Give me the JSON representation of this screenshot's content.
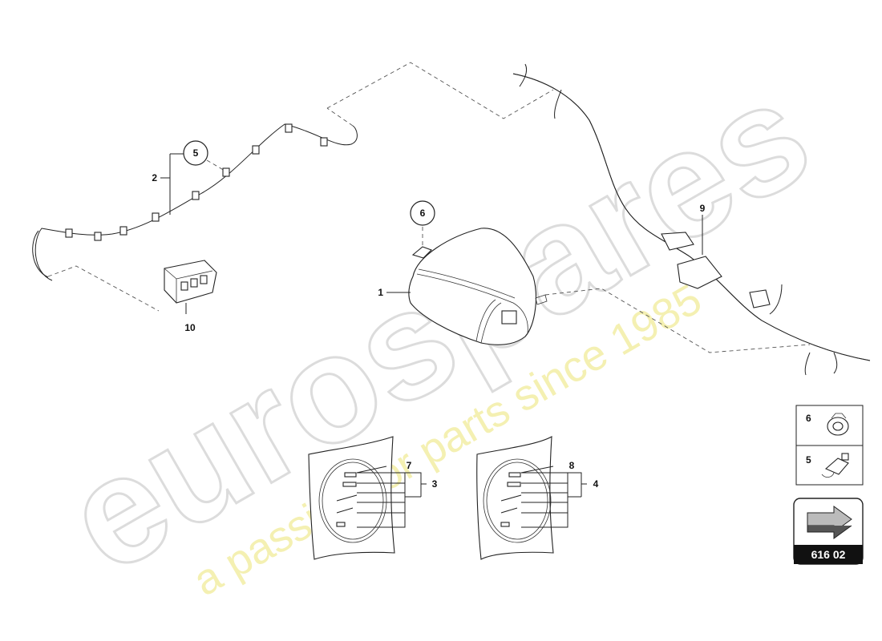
{
  "watermark": {
    "brand": "eurospares",
    "tagline": "a passion for parts since 1985"
  },
  "callouts": {
    "c1": "1",
    "c2": "2",
    "c3": "3",
    "c4": "4",
    "c5": "5",
    "c6": "6",
    "c7": "7",
    "c8": "8",
    "c9": "9",
    "c10": "10"
  },
  "legend": {
    "item_6": "6",
    "item_5": "5"
  },
  "reference_code": "616 02"
}
